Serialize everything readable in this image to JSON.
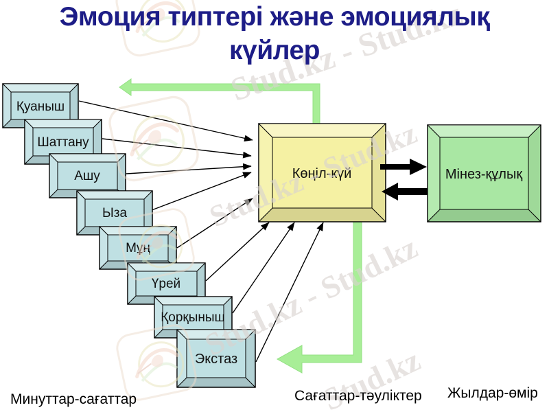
{
  "title": {
    "line1": "Эмоция типтері және эмоциялық",
    "line2": "күйлер"
  },
  "emotion_boxes": [
    {
      "label": "Қуаныш"
    },
    {
      "label": "Шаттану"
    },
    {
      "label": "Ашу"
    },
    {
      "label": "Ыза"
    },
    {
      "label": "Мұң"
    },
    {
      "label": "Үрей"
    },
    {
      "label": "Қорқыныш"
    },
    {
      "label": "Экстаз"
    }
  ],
  "center_box": {
    "label": "Көңіл-күй"
  },
  "right_box": {
    "label": "Мінез-құлық"
  },
  "bottom_labels": {
    "left": "Минуттар-сағаттар",
    "center": "Сағаттар-тәуліктер",
    "right": "Жылдар-өмір"
  },
  "watermark": {
    "text": "Stud.kz",
    "pair": "Stud.kz - Stud.kz"
  },
  "colors": {
    "title": "#1d1d87",
    "emotion_box": "#bfe0e3",
    "center_box": "#f5f1a3",
    "right_box": "#a9e7a3",
    "green_arrow": "#a8ee97",
    "green_arrow_edge": "#93e083",
    "thin_arrow": "#000000",
    "watermark": "#d9d3cf"
  }
}
